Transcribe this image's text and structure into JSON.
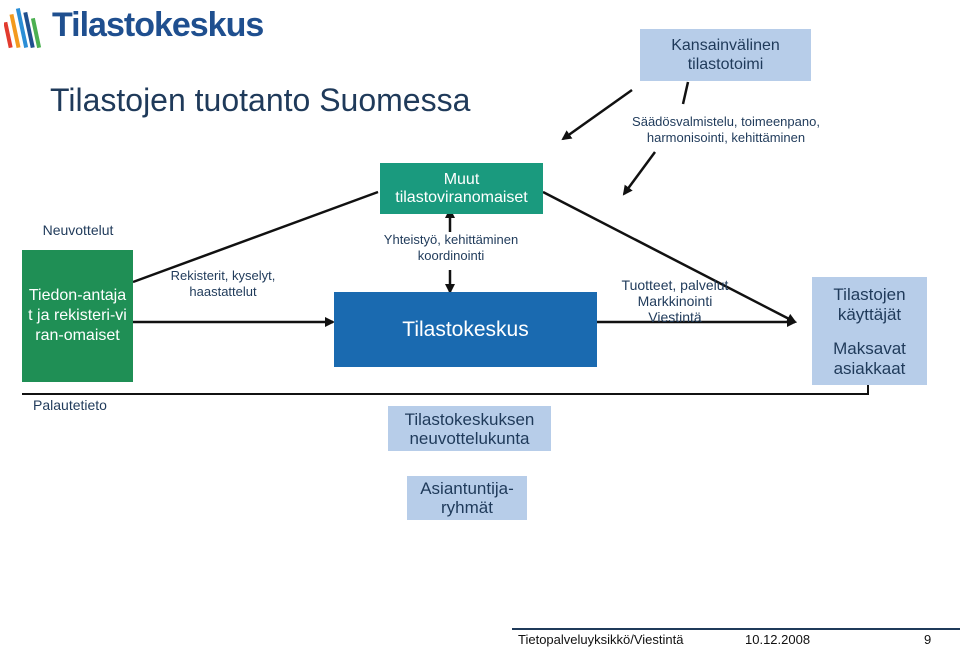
{
  "logo": {
    "text": "Tilastokeskus"
  },
  "title": "Tilastojen tuotanto Suomessa",
  "boxes": {
    "international": "Kansainvälinen tilastotoimi",
    "other_authorities": "Muut tilastoviranomaiset",
    "data_providers": "Tiedon-antajat ja rekisteri-viran-omaiset",
    "statistics_finland": "Tilastokeskus",
    "users": "Tilastojen käyttäjät",
    "paying_customers": "Maksavat asiakkaat",
    "advisory_board": "Tilastokeskuksen neuvottelukunta",
    "expert_groups": "Asiantuntija-ryhmät"
  },
  "labels": {
    "regulation": "Säädösvalmistelu, toimeenpano, harmonisointi, kehittäminen",
    "negotiations": "Neuvottelut",
    "collection": "Rekisterit, kyselyt, haastattelut",
    "cooperation": "Yhteistyö, kehittäminen koordinointi",
    "products": "Tuotteet, palvelut Markkinointi Viestintä",
    "feedback": "Palautetieto"
  },
  "footer": {
    "unit": "Tietopalveluyksikkö/Viestintä",
    "date": "10.12.2008",
    "page": "9"
  },
  "colors": {
    "dark_blue": "#1a6ab0",
    "teal": "#1a9a7e",
    "green": "#1f8f55",
    "light_blue": "#b7cde9"
  }
}
